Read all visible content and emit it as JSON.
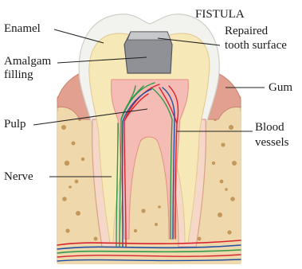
{
  "title": "FISTULA",
  "labels": {
    "enamel": "Enamel",
    "amalgam_line1": "Amalgam",
    "amalgam_line2": "filling",
    "pulp": "Pulp",
    "nerve": "Nerve",
    "repaired_line1": "Repaired",
    "repaired_line2": "tooth surface",
    "gum": "Gum",
    "blood_line1": "Blood",
    "blood_line2": "vessels"
  },
  "colors": {
    "enamel": "#f2f2ef",
    "dentin": "#f7e8b8",
    "pulp": "#f4bcb4",
    "gum": "#e2a190",
    "bone": "#efd9ac",
    "bone_spots": "#c4975a",
    "filling": "#8f9196",
    "artery": "#d8232f",
    "vein": "#1f4fa3",
    "nerve": "#2f9a4a"
  }
}
